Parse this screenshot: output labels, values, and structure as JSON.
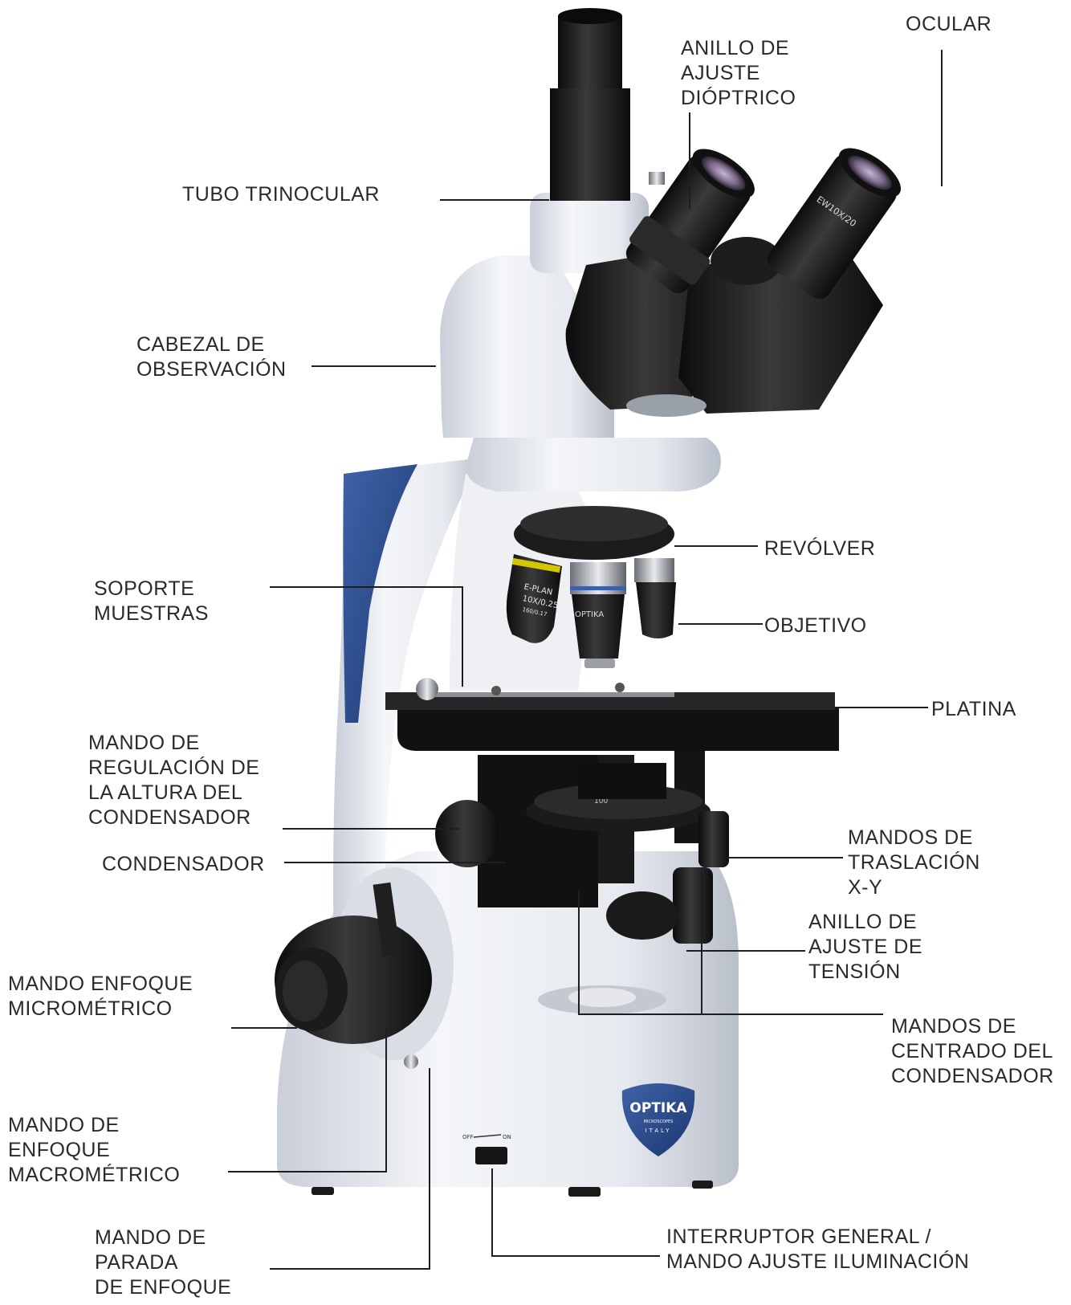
{
  "labels": {
    "ocular": [
      "OCULAR"
    ],
    "anillo_dioptrico": [
      "ANILLO DE",
      "AJUSTE",
      "DIÓPTRICO"
    ],
    "tubo_trinocular": [
      "TUBO TRINOCULAR"
    ],
    "cabezal": [
      "CABEZAL DE",
      "OBSERVACIÓN"
    ],
    "revolver": [
      "REVÓLVER"
    ],
    "soporte_muestras": [
      "SOPORTE",
      "MUESTRAS"
    ],
    "objetivo": [
      "OBJETIVO"
    ],
    "platina": [
      "PLATINA"
    ],
    "mando_altura_condensador": [
      "MANDO DE",
      "REGULACIÓN DE",
      "LA ALTURA DEL",
      "CONDENSADOR"
    ],
    "condensador": [
      "CONDENSADOR"
    ],
    "mandos_traslacion": [
      "MANDOS DE",
      "TRASLACIÓN",
      "X-Y"
    ],
    "anillo_tension": [
      "ANILLO DE",
      "AJUSTE DE",
      "TENSIÓN"
    ],
    "mando_micrometrico": [
      "MANDO ENFOQUE",
      "MICROMÉTRICO"
    ],
    "mandos_centrado": [
      "MANDOS DE",
      "CENTRADO DEL",
      "CONDENSADOR"
    ],
    "mando_macrometrico": [
      "MANDO DE",
      "ENFOQUE",
      "MACROMÉTRICO"
    ],
    "interruptor": [
      "INTERRUPTOR GENERAL /",
      "MANDO AJUSTE ILUMINACIÓN"
    ],
    "mando_parada": [
      "MANDO DE",
      "PARADA",
      "DE ENFOQUE"
    ]
  },
  "device": {
    "brand_logo": "OPTIKA",
    "brand_sub": "MICROSCOPES",
    "brand_country": "ITALY",
    "switch_off": "OFF",
    "switch_on": "ON",
    "eyepiece_marking": "EW10X/20",
    "objective_marking_1": "E-PLAN",
    "objective_marking_2": "10X/0.25",
    "objective_marking_3": "160/0.17",
    "objective_brand": "OPTIKA",
    "condenser_scale": "100"
  },
  "colors": {
    "label_text": "#2a2a2a",
    "leader_line": "#1e1e1e",
    "body_white": "#e9ecf1",
    "body_black": "#161616",
    "accent_blue": "#2d4f8e"
  }
}
